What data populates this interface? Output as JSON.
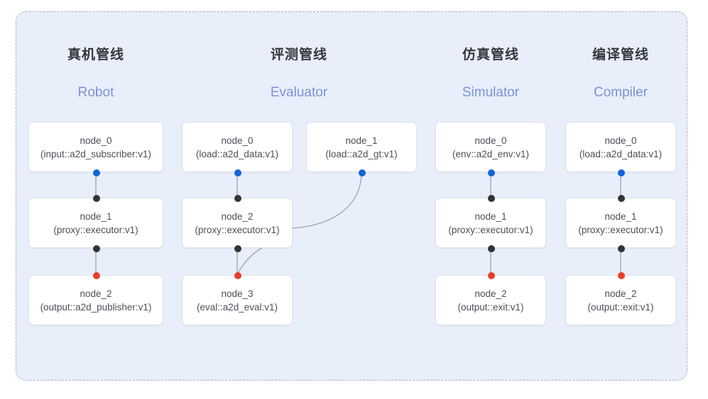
{
  "frame": {
    "border_style": "dashed",
    "border_color": "#a9b0bd",
    "background": "#e9eefb"
  },
  "palette": {
    "accent_blue": "#7893d6",
    "port_blue": "#1664d8",
    "port_black": "#343434",
    "port_red": "#e8412a",
    "node_text": "#4b5058",
    "title_text": "#33373d",
    "edge_line": "#9aa3b3"
  },
  "columns": [
    {
      "key": "robot",
      "title_cn": "真机管线",
      "title_en": "Robot",
      "nodes": [
        {
          "id": "node_0",
          "type": "(input::a2d_subscriber:v1)"
        },
        {
          "id": "node_1",
          "type": "(proxy::executor:v1)"
        },
        {
          "id": "node_2",
          "type": "(output::a2d_publisher:v1)"
        }
      ]
    },
    {
      "key": "evaluator",
      "title_cn": "评测管线",
      "title_en": "Evaluator",
      "nodes": [
        {
          "id": "node_0",
          "type": "(load::a2d_data:v1)"
        },
        {
          "id": "node_1",
          "type": "(load::a2d_gt:v1)"
        },
        {
          "id": "node_2",
          "type": "(proxy::executor:v1)"
        },
        {
          "id": "node_3",
          "type": "(eval::a2d_eval:v1)"
        }
      ]
    },
    {
      "key": "simulator",
      "title_cn": "仿真管线",
      "title_en": "Simulator",
      "nodes": [
        {
          "id": "node_0",
          "type": "(env::a2d_env:v1)"
        },
        {
          "id": "node_1",
          "type": "(proxy::executor:v1)"
        },
        {
          "id": "node_2",
          "type": "(output::exit:v1)"
        }
      ]
    },
    {
      "key": "compiler",
      "title_cn": "编译管线",
      "title_en": "Compiler",
      "nodes": [
        {
          "id": "node_0",
          "type": "(load::a2d_data:v1)"
        },
        {
          "id": "node_1",
          "type": "(proxy::executor:v1)"
        },
        {
          "id": "node_2",
          "type": "(output::exit:v1)"
        }
      ]
    }
  ]
}
